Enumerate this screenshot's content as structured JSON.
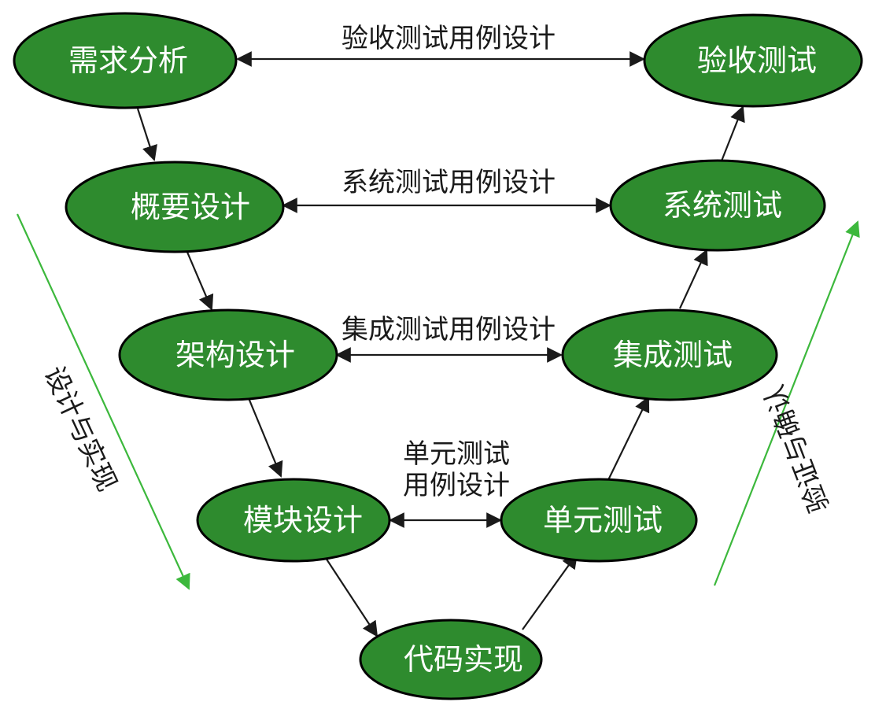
{
  "colors": {
    "node_fill": "#2e8b2e",
    "node_border": "#000000",
    "node_text": "#ffffff",
    "arrow": "#1a1a1a",
    "side_arrow": "#3cb83c"
  },
  "nodes": {
    "requirements": "需求分析",
    "outline_design": "概要设计",
    "architecture_design": "架构设计",
    "module_design": "模块设计",
    "coding": "代码实现",
    "unit_test": "单元测试",
    "integration_test": "集成测试",
    "system_test": "系统测试",
    "acceptance_test": "验收测试"
  },
  "edge_labels": {
    "acceptance": "验收测试用例设计",
    "system": "系统测试用例设计",
    "integration": "集成测试用例设计",
    "unit_line1": "单元测试",
    "unit_line2": "用例设计"
  },
  "side_labels": {
    "left": "设计与实现",
    "right": "验证与确认"
  }
}
